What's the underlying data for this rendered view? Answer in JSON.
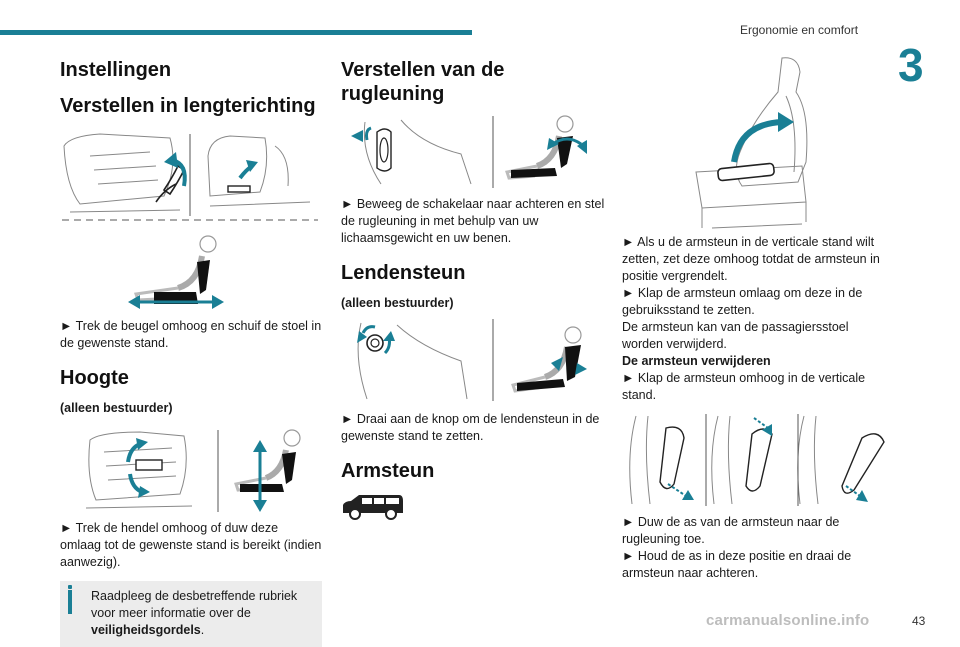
{
  "header": {
    "section_title": "Ergonomie en comfort",
    "chapter_number": "3"
  },
  "col1": {
    "settings_title": "Instellingen",
    "length_title": "Verstellen in lengterichting",
    "length_text": "► Trek de beugel omhoog en schuif de stoel in de gewenste stand.",
    "height_title": "Hoogte",
    "height_sub": "(alleen bestuurder)",
    "height_text": "► Trek de hendel omhoog of duw deze omlaag tot de gewenste stand is bereikt (indien aanwezig).",
    "info_text_main": "Raadpleeg de desbetreffende rubriek voor meer informatie over de ",
    "info_bold": "veiligheidsgordels",
    "info_end": "."
  },
  "col2": {
    "backrest_title": "Verstellen van de rugleuning",
    "backrest_text": "► Beweeg de schakelaar naar achteren en stel de rugleuning in met behulp van uw lichaamsgewicht en uw benen.",
    "lumbar_title": "Lendensteun",
    "lumbar_sub": "(alleen bestuurder)",
    "lumbar_text": "► Draai aan de knop om de lendensteun in de gewenste stand te zetten.",
    "armrest_title": "Armsteun"
  },
  "col3": {
    "armrest_text1": "► Als u de armsteun in de verticale stand wilt zetten, zet deze omhoog totdat de armsteun in positie vergrendelt.",
    "armrest_text2": "► Klap de armsteun omlaag om deze in de gebruiksstand te zetten.",
    "armrest_text3": "De armsteun kan van de passagiersstoel worden verwijderd.",
    "remove_title": "De armsteun verwijderen",
    "remove_text": "► Klap de armsteun omhoog in de verticale stand.",
    "final_text1": "► Duw de as van de armsteun naar de rugleuning toe.",
    "final_text2": "► Houd de as in deze positie en draai de armsteun naar achteren."
  },
  "footer": {
    "page_number": "43",
    "watermark": "carmanualsonline.info"
  },
  "colors": {
    "accent": "#1a7f95",
    "info_bg": "#ececec"
  }
}
